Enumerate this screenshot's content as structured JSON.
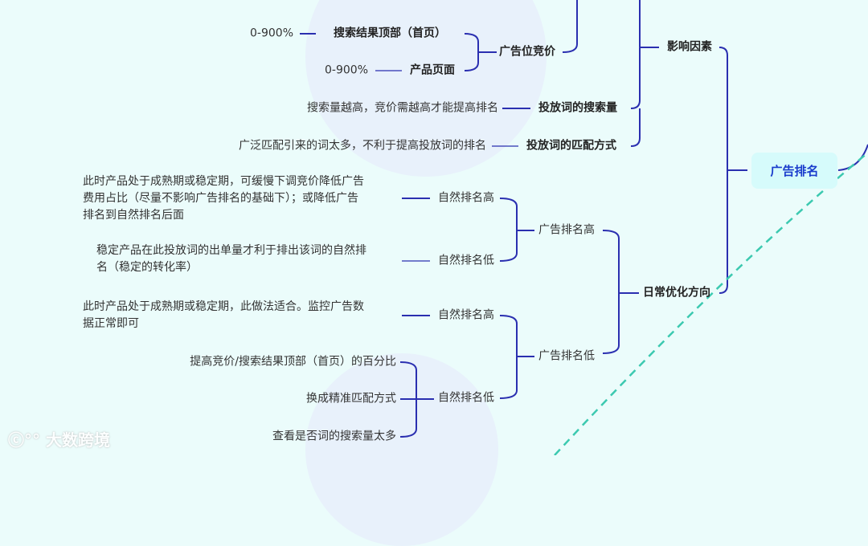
{
  "root": {
    "label": "广告排名"
  },
  "factors": {
    "label": "影响因素",
    "bid_position": {
      "label": "广告位竞价",
      "top_search": {
        "label": "搜索结果顶部（首页）",
        "value": "0-900%"
      },
      "product_page": {
        "label": "产品页面",
        "value": "0-900%"
      }
    },
    "search_volume": {
      "label": "投放词的搜索量",
      "note": "搜索量越高，竞价需越高才能提高排名"
    },
    "match_type": {
      "label": "投放词的匹配方式",
      "note": "广泛匹配引来的词太多，不利于提高投放词的排名"
    }
  },
  "optimization": {
    "label": "日常优化方向",
    "ad_high": {
      "label": "广告排名高",
      "natural_high": {
        "label": "自然排名高",
        "note": [
          "此时产品处于成熟期或稳定期，可缓慢下调竞价降低广告",
          "费用占比（尽量不影响广告排名的基础下）；或降低广告",
          "排名到自然排名后面"
        ]
      },
      "natural_low": {
        "label": "自然排名低",
        "note": [
          "稳定产品在此投放词的出单量才利于排出该词的自然排",
          "名（稳定的转化率）"
        ]
      }
    },
    "ad_low": {
      "label": "广告排名低",
      "natural_high": {
        "label": "自然排名高",
        "note": [
          "此时产品处于成熟期或稳定期，此做法适合。监控广告数",
          "据正常即可"
        ]
      },
      "natural_low": {
        "label": "自然排名低",
        "notes": [
          "提高竞价/搜索结果顶部（首页）的百分比",
          "换成精准匹配方式",
          "查看是否词的搜索量太多"
        ]
      }
    }
  },
  "watermark": "大数跨境",
  "colors": {
    "line": "#2a2fb0",
    "root_text": "#1a3ccc",
    "dashed": "#3cc9b0",
    "background": "#ebfcfb"
  }
}
